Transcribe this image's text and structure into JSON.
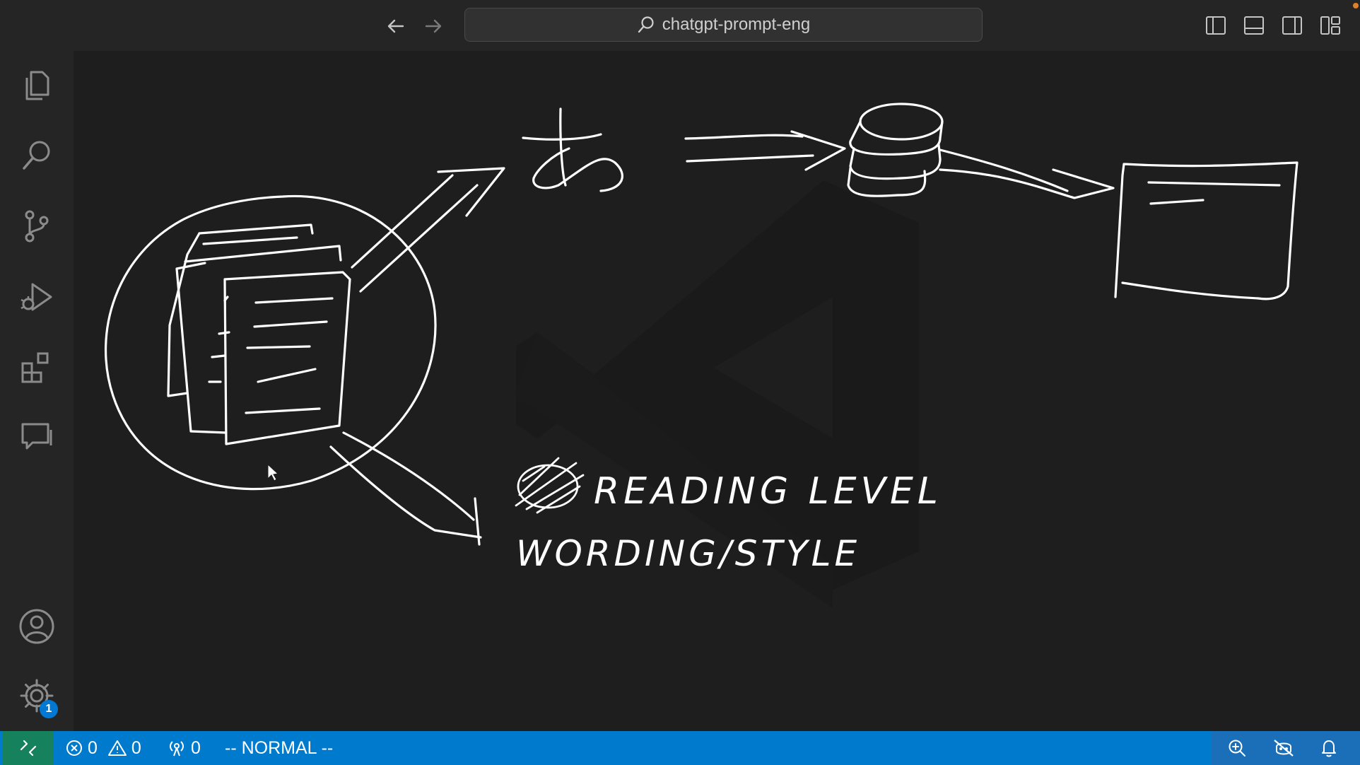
{
  "titlebar": {
    "search_text": "chatgpt-prompt-eng",
    "back_icon": "arrow-left-icon",
    "forward_icon": "arrow-right-icon",
    "layout_icons": [
      "toggle-primary-sidebar-icon",
      "toggle-panel-icon",
      "toggle-secondary-sidebar-icon",
      "customize-layout-icon"
    ]
  },
  "activity_bar": {
    "items": [
      "explorer-icon",
      "search-icon",
      "source-control-icon",
      "run-debug-icon",
      "extensions-icon",
      "comments-icon"
    ],
    "bottom": [
      "accounts-icon",
      "manage-gear-icon"
    ],
    "manage_badge": "1"
  },
  "canvas": {
    "glyph": "あ",
    "annotation_line1": "READING LEVEL",
    "annotation_line2": "WORDING/STYLE"
  },
  "status_bar": {
    "errors": "0",
    "warnings": "0",
    "ports": "0",
    "mode": "-- NORMAL --"
  },
  "colors": {
    "status_bar": "#007acc",
    "remote_indicator": "#16825d",
    "badge": "#0078d4"
  }
}
